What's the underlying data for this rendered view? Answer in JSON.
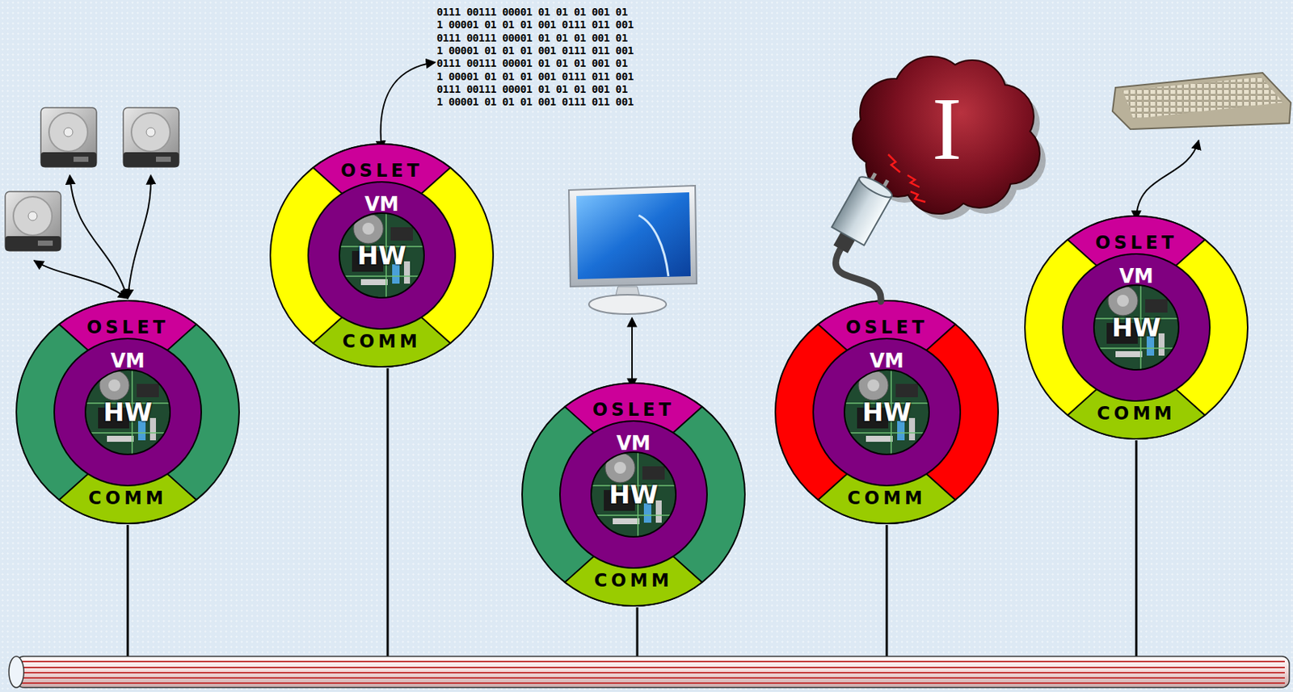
{
  "diagram": {
    "nodes": [
      {
        "text": [
          "OSLET",
          "COMM"
        ]
      },
      {
        "text": [
          "VM"
        ],
        "in": 0
      },
      {
        "text": [
          "HW"
        ],
        "in": 1
      },
      {
        "text": [
          "OSLET",
          "COMM"
        ]
      },
      {
        "text": [
          "VM"
        ],
        "in": 3
      },
      {
        "text": [
          "HW"
        ],
        "in": 4
      },
      {
        "text": [
          "OSLET",
          "COMM"
        ]
      },
      {
        "text": [
          "VM"
        ],
        "in": 6
      },
      {
        "text": [
          "HW"
        ],
        "in": 7
      },
      {
        "text": [
          "OSLET",
          "COMM"
        ]
      },
      {
        "text": [
          "VM"
        ],
        "in": 9
      },
      {
        "text": [
          "HW"
        ],
        "in": 10
      },
      {
        "text": [
          "OSLET",
          "COMM"
        ]
      },
      {
        "text": [
          "VM"
        ],
        "in": 12
      },
      {
        "text": [
          "HW"
        ],
        "in": 13
      },
      {
        "text": [
          "I"
        ]
      }
    ],
    "edges": [
      {
        "from": 9,
        "to": 15,
        "arrow": "none"
      }
    ],
    "labels": [
      "0111 00111 00001 01 01 01 001 01",
      "1 00001 01 01 01 001 0111 011 001",
      "0111 00111 00001 01 01 01 001 01",
      "1 00001 01 01 01 001 0111 011 001",
      "0111 00111 00001 01 01 01 001 01",
      "1 00001 01 01 01 001 0111 011 001",
      "0111 00111 00001 01 01 01 001 01",
      "1 00001 01 01 01 001 0111 011 001"
    ]
  }
}
